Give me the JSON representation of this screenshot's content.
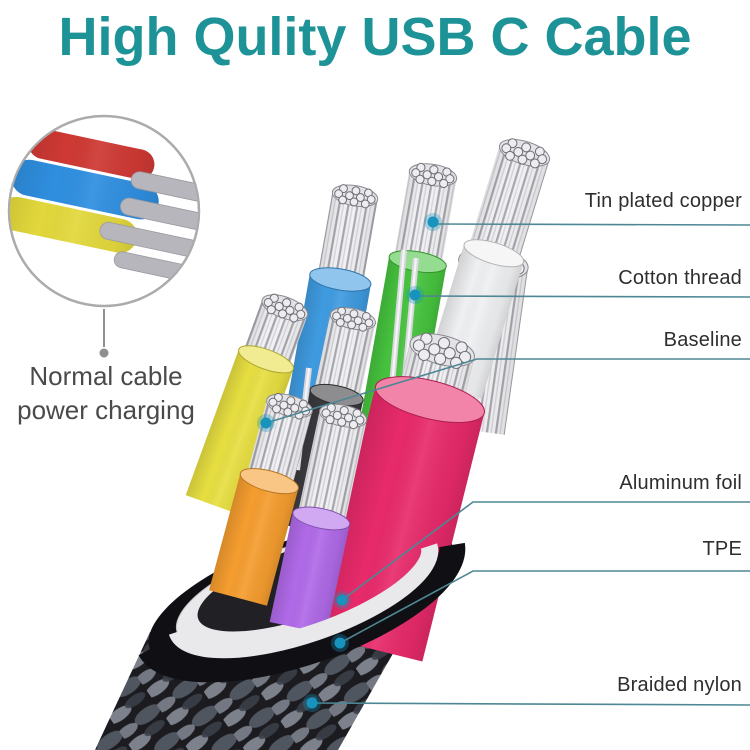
{
  "title": {
    "text": "High Qulity USB C Cable",
    "color": "#1d9398"
  },
  "inset": {
    "caption_line1": "Normal cable",
    "caption_line2": "power charging",
    "circle_border_color": "#ababab",
    "leader_color": "#8f8f8f",
    "wire_colors": {
      "red": "#cf3934",
      "blue": "#2f8fe0",
      "yellow": "#e2d83c",
      "conductor": "#b6b6bc",
      "conductor_tip": "#6f6f75"
    }
  },
  "labels": {
    "line_color": "#4e8794",
    "dot_color": "#1793bd",
    "text_color": "#2e2e2e",
    "items": [
      {
        "text": "Tin plated copper"
      },
      {
        "text": "Cotton thread"
      },
      {
        "text": "Baseline"
      },
      {
        "text": "Aluminum foil"
      },
      {
        "text": "TPE"
      },
      {
        "text": "Braided nylon"
      }
    ]
  },
  "cable": {
    "wire_colors": {
      "blue": "#3f9be0",
      "green": "#46c33e",
      "white": "#eff0f2",
      "yellow": "#e7df41",
      "black": "#3a3a3e",
      "orange": "#f59d2f",
      "purple": "#b06ae8",
      "pink": "#e82a6b",
      "strand_light": "#f2f2f4",
      "strand_shadow": "#a6a6ae",
      "braid_dark": "#1b1b20",
      "braid_light": "#8d939e",
      "tpe_ring": "#101014",
      "foil_ring": "#e9e9ec",
      "interior": "#202025"
    }
  }
}
